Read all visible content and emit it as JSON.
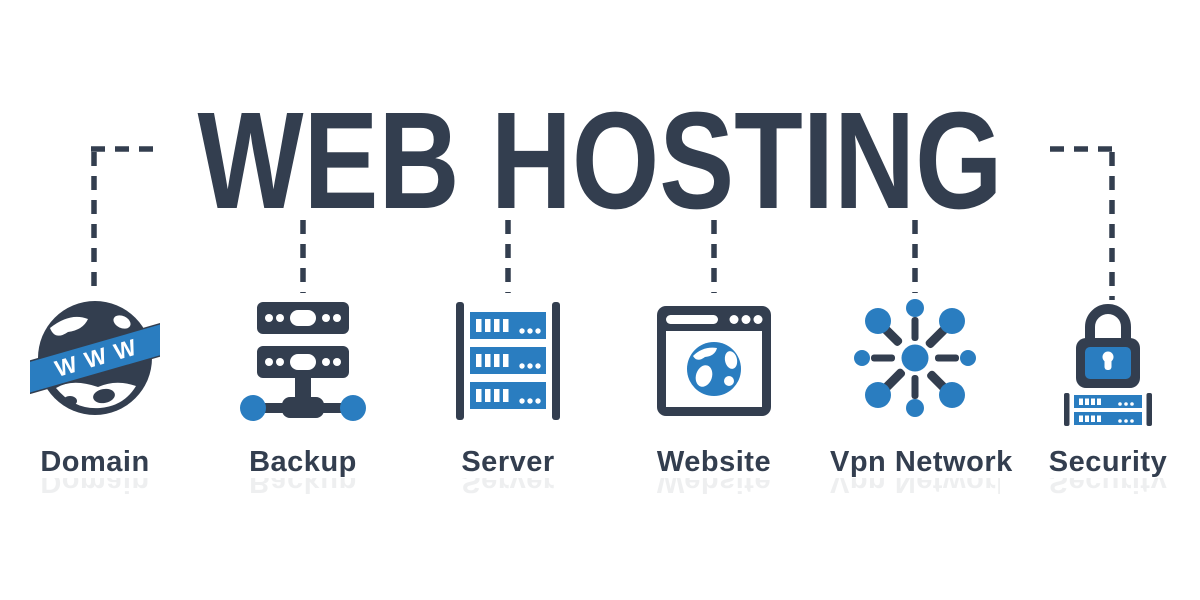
{
  "title": "WEB HOSTING",
  "colors": {
    "dark": "#333e4f",
    "blue": "#2a7dc0",
    "background": "#ffffff",
    "label": "#333e4f"
  },
  "items": [
    {
      "label": "Domain",
      "icon": "www-globe-icon",
      "banner_text": "WWW"
    },
    {
      "label": "Backup",
      "icon": "backup-server-network-icon"
    },
    {
      "label": "Server",
      "icon": "server-rack-icon"
    },
    {
      "label": "Website",
      "icon": "browser-globe-icon"
    },
    {
      "label": "Vpn Network",
      "icon": "vpn-network-nodes-icon"
    },
    {
      "label": "Security",
      "icon": "padlock-server-icon"
    }
  ]
}
